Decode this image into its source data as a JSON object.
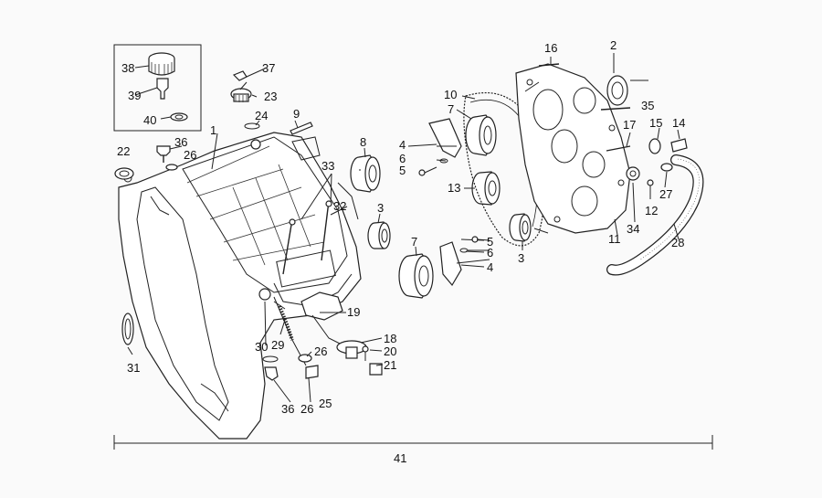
{
  "labels": {
    "l1": "1",
    "l2": "2",
    "l3a": "3",
    "l3b": "3",
    "l4a": "4",
    "l4b": "4",
    "l5a": "5",
    "l5b": "5",
    "l6a": "6",
    "l6b": "6",
    "l7a": "7",
    "l7b": "7",
    "l8": "8",
    "l9": "9",
    "l10": "10",
    "l11": "11",
    "l12": "12",
    "l13": "13",
    "l14": "14",
    "l15": "15",
    "l16": "16",
    "l17": "17",
    "l18": "18",
    "l19": "19",
    "l20": "20",
    "l21": "21",
    "l22": "22",
    "l23": "23",
    "l24": "24",
    "l25": "25",
    "l26a": "26",
    "l26b": "26",
    "l26c": "26",
    "l27": "27",
    "l28": "28",
    "l29": "29",
    "l30": "30",
    "l31": "31",
    "l32": "32",
    "l33": "33",
    "l34": "34",
    "l35": "35",
    "l36a": "36",
    "l36b": "36",
    "l37": "37",
    "l38": "38",
    "l39": "39",
    "l40": "40",
    "l41": "41"
  }
}
